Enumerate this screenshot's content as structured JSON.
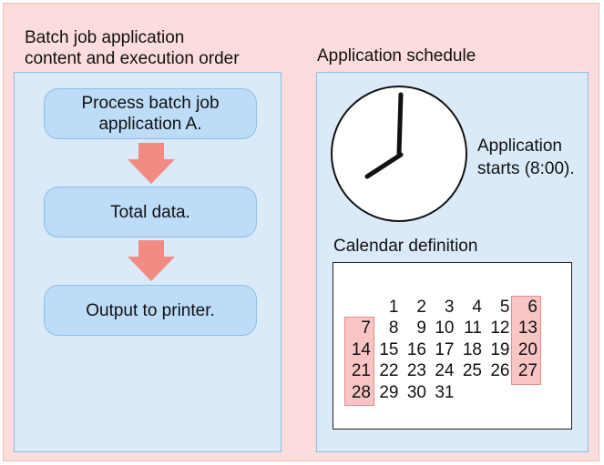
{
  "left_section": {
    "title_line1": "Batch job application",
    "title_line2": "content and execution order",
    "steps": [
      {
        "line1": "Process batch job",
        "line2": "application A."
      },
      {
        "line1": "Total data.",
        "line2": ""
      },
      {
        "line1": "Output to printer.",
        "line2": ""
      }
    ]
  },
  "right_section": {
    "title": "Application schedule",
    "clock": {
      "start_time": "8:00",
      "label_line1": "Application",
      "label_line2": "starts (8:00)."
    },
    "calendar": {
      "title": "Calendar definition",
      "first_weekday_index": 1,
      "days_in_month": 31,
      "highlighted_columns": [
        0,
        6
      ],
      "weekday_count": 7
    }
  },
  "colors": {
    "outer_bg": "#fcdcdc",
    "panel_bg": "#dbeaf8",
    "step_bg": "#bcdcf7",
    "arrow": "#f28b82",
    "weekend_bg": "#f8c4c4"
  }
}
